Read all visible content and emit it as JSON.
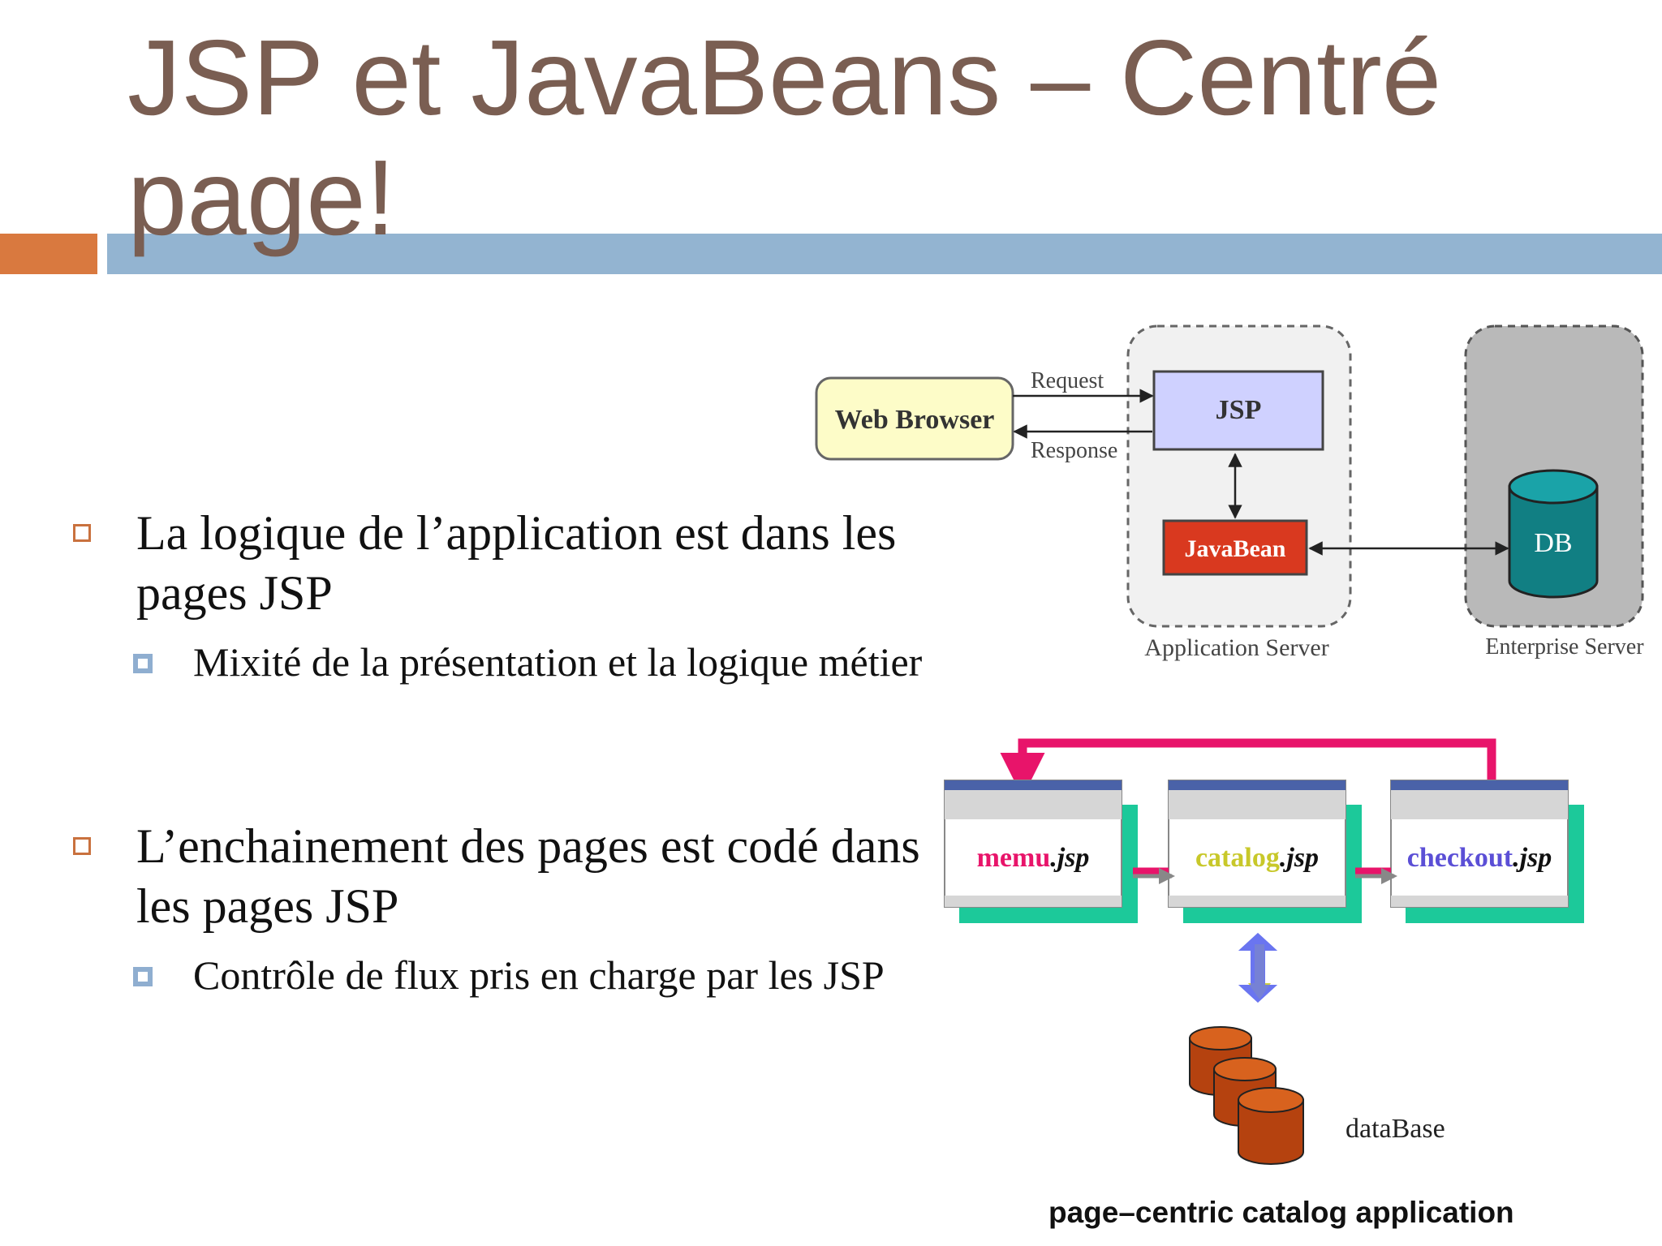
{
  "title": "JSP et JavaBeans – Centré page!",
  "bullets": [
    {
      "text": "La logique de l’application est dans les pages JSP",
      "sub": "Mixité de la présentation et la logique métier"
    },
    {
      "text": "L’enchainement des pages est codé dans les pages JSP",
      "sub": "Contrôle de flux pris en charge par les JSP"
    }
  ],
  "architecture": {
    "web_browser": "Web Browser",
    "request": "Request",
    "response": "Response",
    "jsp": "JSP",
    "javabean": "JavaBean",
    "db": "DB",
    "application_server": "Application Server",
    "enterprise_server": "Enterprise Server"
  },
  "page_flow": {
    "pages": [
      {
        "name": "memu",
        "ext": ".jsp",
        "color": "#e8146a"
      },
      {
        "name": "catalog",
        "ext": ".jsp",
        "color": "#c8c82a"
      },
      {
        "name": "checkout",
        "ext": ".jsp",
        "color": "#5b4fd6"
      }
    ],
    "database_label": "dataBase",
    "caption": "page–centric catalog application"
  },
  "colors": {
    "title": "#7a5e52",
    "accent_orange": "#d9793f",
    "accent_blue": "#93b4d1",
    "loop_arrow": "#e8146a",
    "panel_green": "#1cc99a"
  }
}
